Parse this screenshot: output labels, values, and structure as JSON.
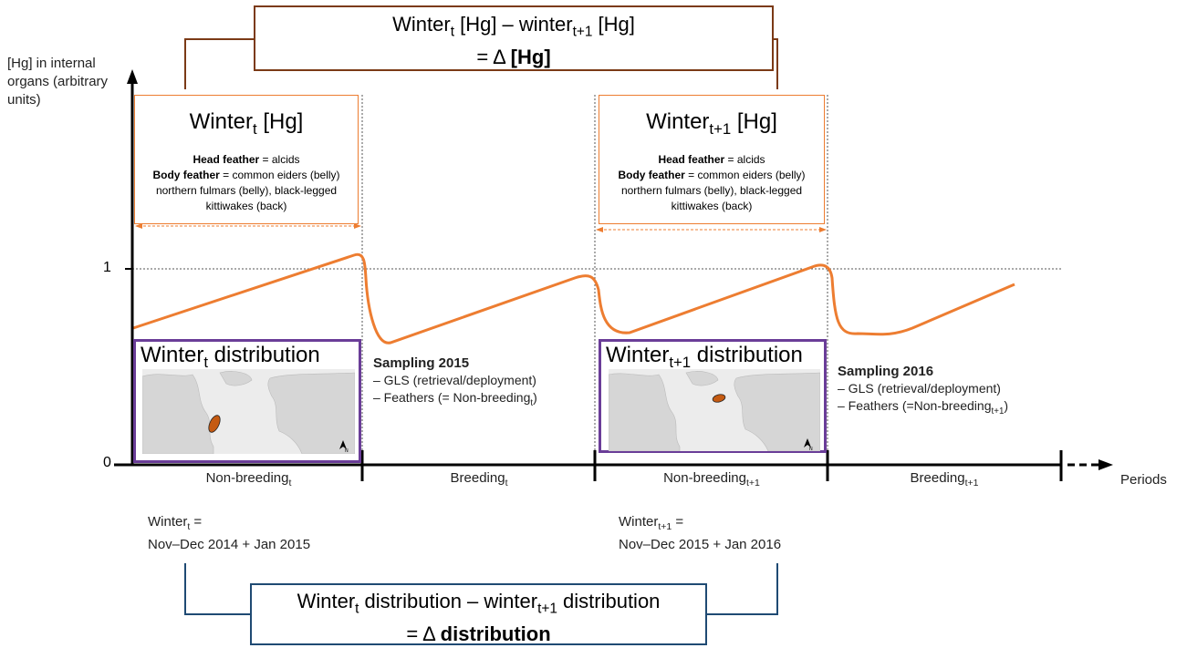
{
  "top_box": {
    "line1": "Winter",
    "line1_sub": "t",
    "line1_mid": " [Hg] – winter",
    "line1_sub2": "t+1",
    "line1_end": " [Hg]",
    "line2_prefix": "= Δ ",
    "line2_bold": "[Hg]"
  },
  "bottom_box": {
    "line1": "Winter",
    "line1_sub": "t",
    "line1_mid": " distribution – winter",
    "line1_sub2": "t+1",
    "line1_end": " distribution",
    "line2_prefix": "= Δ ",
    "line2_bold": "distribution"
  },
  "y_axis": {
    "label": "[Hg] in internal organs (arbitrary units)",
    "tick_one": "1",
    "tick_zero": "0"
  },
  "x_axis": {
    "label": "Periods"
  },
  "hg_boxes": [
    {
      "title": "Winter",
      "title_sub": "t",
      "title_end": " [Hg]",
      "head_bold": "Head feather",
      "head_rest": " = alcids",
      "body_bold": "Body feather",
      "body_rest": " = common eiders (belly)",
      "line3": "northern fulmars (belly), black-legged",
      "line4": "kittiwakes (back)"
    },
    {
      "title": "Winter",
      "title_sub": "t+1",
      "title_end": " [Hg]",
      "head_bold": "Head feather",
      "head_rest": " = alcids",
      "body_bold": "Body feather",
      "body_rest": " = common eiders (belly)",
      "line3": "northern fulmars (belly), black-legged",
      "line4": "kittiwakes (back)"
    }
  ],
  "dist_boxes": [
    {
      "title": "Winter",
      "title_sub": "t",
      "title_end": " distribution"
    },
    {
      "title": "Winter",
      "title_sub": "t+1",
      "title_end": " distribution"
    }
  ],
  "periods": [
    {
      "label": "Non-breeding",
      "sub": "t"
    },
    {
      "label": "Breeding",
      "sub": "t"
    },
    {
      "label": "Non-breeding",
      "sub": "t+1"
    },
    {
      "label": "Breeding",
      "sub": "t+1"
    }
  ],
  "sampling": [
    {
      "title": "Sampling 2015",
      "item1": "–  GLS (retrieval/deployment)",
      "item2_pre": "–  Feathers (= Non-breeding",
      "item2_sub": "t",
      "item2_end": ")"
    },
    {
      "title": "Sampling 2016",
      "item1": "–  GLS (retrieval/deployment)",
      "item2_pre": "–  Feathers (=Non-breeding",
      "item2_sub": "t+1",
      "item2_end": ")"
    }
  ],
  "winter_dates": [
    {
      "label": "Winter",
      "sub": "t",
      "eq": " =",
      "dates": "Nov–Dec 2014 + Jan 2015"
    },
    {
      "label": "Winter",
      "sub": "t+1",
      "eq": " =",
      "dates": "Nov–Dec 2015 + Jan 2016"
    }
  ],
  "colors": {
    "curve": "#ed7d31",
    "hg_box_border": "#ed7d31",
    "dist_box_border": "#6a3d98",
    "top_box_border": "#7b3a16",
    "bottom_box_border": "#1f4a73",
    "ellipse": "#c55a11"
  },
  "icons": {
    "north_arrow": "north-arrow-icon"
  }
}
